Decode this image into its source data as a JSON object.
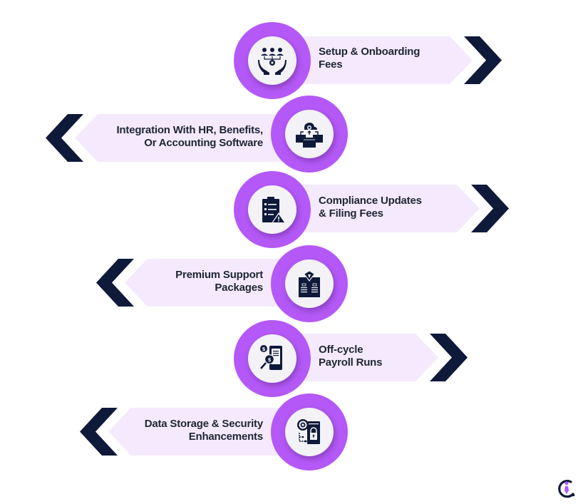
{
  "colors": {
    "accent": "#b459f7",
    "navy": "#0f1a3a",
    "band": "#f5eafd",
    "text": "#1e2633",
    "icon_bg": "#f3f2f7"
  },
  "items": [
    {
      "label": "Setup & Onboarding\nFees",
      "icon": "hands-team-gear-icon",
      "direction": "right"
    },
    {
      "label": "Integration With HR, Benefits,\nOr Accounting Software",
      "icon": "cloud-integration-icon",
      "direction": "left"
    },
    {
      "label": "Compliance Updates\n& Filing Fees",
      "icon": "clipboard-warning-icon",
      "direction": "right"
    },
    {
      "label": "Premium Support\nPackages",
      "icon": "diamond-package-icon",
      "direction": "left"
    },
    {
      "label": "Off-cycle\nPayroll Runs",
      "icon": "mobile-dollar-search-icon",
      "direction": "right"
    },
    {
      "label": "Data Storage & Security\nEnhancements",
      "icon": "gear-lock-icon",
      "direction": "left"
    }
  ],
  "logo": {
    "icon": "brand-logo-icon"
  }
}
